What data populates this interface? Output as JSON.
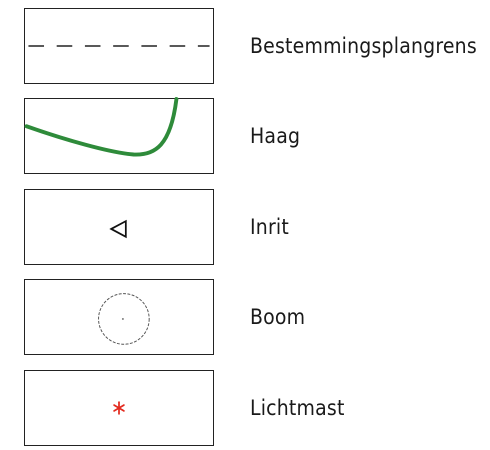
{
  "legend": {
    "items": [
      {
        "symbol": "dashed-line",
        "label": "Bestemmingsplangrens"
      },
      {
        "symbol": "green-hedge-line",
        "label": "Haag",
        "color": "#2e8b3a"
      },
      {
        "symbol": "triangle-outline",
        "label": "Inrit"
      },
      {
        "symbol": "dashed-circle",
        "label": "Boom"
      },
      {
        "symbol": "red-asterisk",
        "label": "Lichtmast",
        "color": "#e32b1f"
      }
    ]
  }
}
